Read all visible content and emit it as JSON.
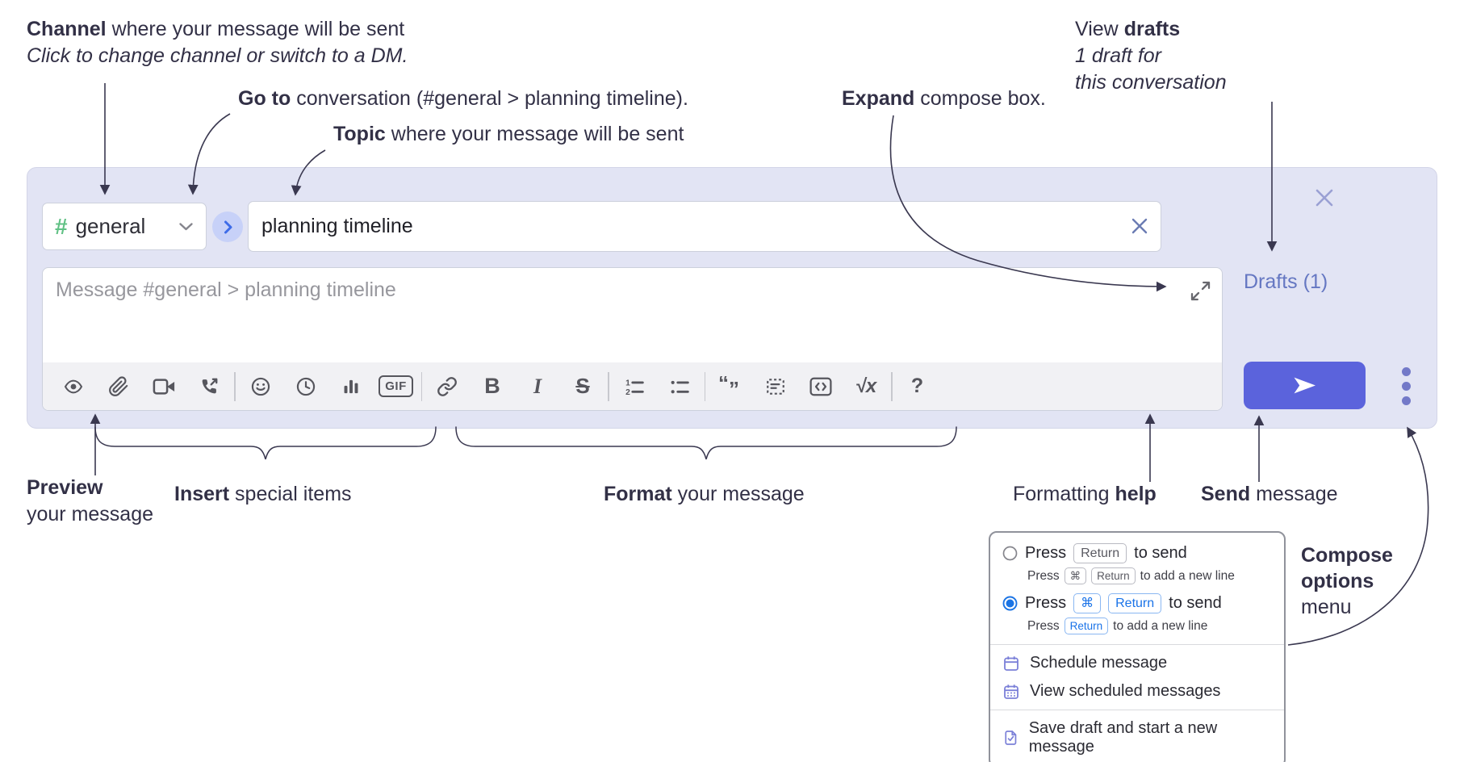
{
  "annotations": {
    "channel": {
      "lead": "Channel",
      "rest": " where your message will be sent",
      "sub": "Click to change channel or switch to a DM."
    },
    "goto": {
      "lead": "Go to",
      "rest": " conversation (#general > planning timeline)."
    },
    "topic": {
      "lead": "Topic",
      "rest": " where your message will be sent"
    },
    "expand": {
      "lead": "Expand",
      "rest": " compose box."
    },
    "drafts": {
      "pre": "View ",
      "lead": "drafts",
      "line2": "1 draft for",
      "line3": "this conversation"
    },
    "preview": {
      "lead": "Preview",
      "line2": "your message"
    },
    "insert": {
      "lead": "Insert",
      "rest": " special items"
    },
    "format": {
      "lead": "Format",
      "rest": " your message"
    },
    "help": {
      "pre": "Formatting ",
      "lead": "help"
    },
    "send": {
      "lead": "Send",
      "rest": " message"
    },
    "compose_options": {
      "line1": "Compose",
      "line2": "options",
      "line3": "menu"
    }
  },
  "compose": {
    "channel": {
      "hash": "#",
      "name": "general"
    },
    "topic_value": "planning timeline",
    "message_placeholder": "Message #general > planning timeline",
    "drafts_label": "Drafts (1)",
    "toolbar": {
      "gif": "GIF",
      "bold": "B",
      "italic": "I",
      "strike": "S",
      "math": "√x",
      "help": "?"
    }
  },
  "menu": {
    "row1": {
      "press": "Press",
      "key_return": "Return",
      "tail": "to send"
    },
    "row1_sub": {
      "press": "Press",
      "key_cmd": "⌘",
      "key_return": "Return",
      "tail": "to add a new line"
    },
    "row2": {
      "press": "Press",
      "key_cmd": "⌘",
      "key_return": "Return",
      "tail": "to send"
    },
    "row2_sub": {
      "press": "Press",
      "key_return": "Return",
      "tail": "to add a new line"
    },
    "item_schedule": "Schedule message",
    "item_view_scheduled": "View scheduled messages",
    "item_save_draft": "Save draft and start a new message"
  },
  "icons": {
    "preview": "eye-icon",
    "attach": "paperclip-icon",
    "video_call": "video-camera-icon",
    "voice_call": "phone-call-icon",
    "emoji": "smiley-icon",
    "time": "clock-icon",
    "poll": "bar-chart-icon",
    "link": "chain-link-icon",
    "numbered_list": "numbered-list-icon",
    "bulleted_list": "bulleted-list-icon",
    "quote": "quote-icon",
    "spoiler": "dashed-box-icon",
    "code": "code-brackets-icon",
    "send": "paper-plane-icon",
    "expand": "diagonal-arrows-icon",
    "close": "x-icon",
    "compose_options": "vertical-ellipsis-icon",
    "schedule": "calendar-icon",
    "save_draft": "document-check-icon"
  },
  "colors": {
    "box_bg": "#e2e4f4",
    "send_accent": "#5b63dc",
    "drafts_link": "#6577c2",
    "hash_green": "#61c185",
    "goto_circle_bg": "#c7d1f8",
    "goto_chevron": "#3e6ce8",
    "kbd_blue": "#1a73e8",
    "menu_icon_purple": "#7b80d8",
    "annotation_ink": "#323046"
  }
}
